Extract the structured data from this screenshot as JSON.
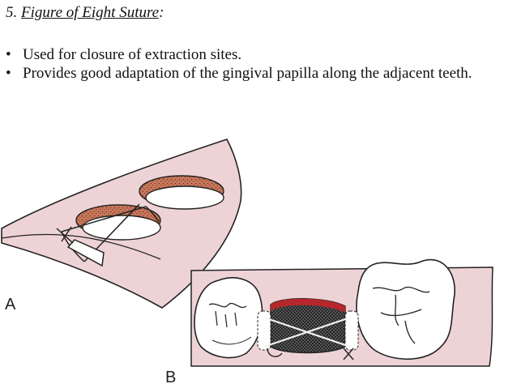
{
  "heading": {
    "number": "5.",
    "title": "Figure of Eight Suture",
    "suffix": ":"
  },
  "bullets": [
    {
      "marker": "•",
      "text": "Used for closure of extraction sites."
    },
    {
      "marker": "•",
      "text": "Provides good adaptation of the gingival papilla along the adjacent teeth."
    }
  ],
  "figure": {
    "panel_a_label": "A",
    "panel_b_label": "B",
    "colors": {
      "gingiva": "#eed3d6",
      "wound_edge": "#c7785c",
      "blood_clot": "#b6272c",
      "tooth_white": "#ffffff",
      "outline": "#222222"
    }
  }
}
